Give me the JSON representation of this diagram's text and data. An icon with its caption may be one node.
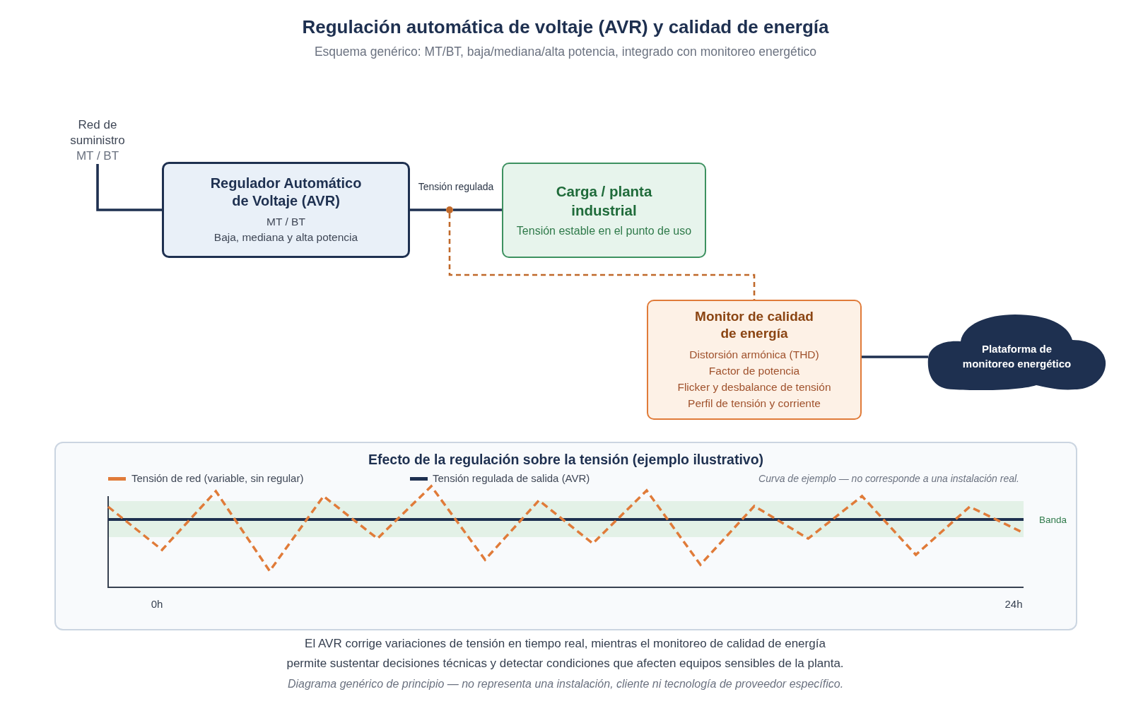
{
  "diagram": {
    "title": "Regulación automática de voltaje (AVR) y calidad de energía",
    "caption": "El AVR corrige variaciones de tensión en tiempo real, mientras el monitoreo de calidad de energía permite sustentar decisiones técnicas y detectar condiciones que afecten equipos sensibles de la planta.",
    "nodes": [
      {
        "text": [
          "Red de suministro",
          "MT / BT"
        ]
      },
      {
        "text": [
          "Regulador Automático de Voltaje (AVR)",
          "MT / BT",
          "Baja, mediana y alta potencia"
        ]
      },
      {
        "text": [],
        "shape": "circle"
      },
      {
        "text": [
          "Carga / planta industrial",
          "Tensión estable en el punto de uso"
        ]
      },
      {
        "text": [
          "Monitor de calidad de energía",
          "Distorsión armónica (THD)",
          "Factor de potencia",
          "Flicker y desbalance de tensión",
          "Perfil de tensión y corriente"
        ]
      },
      {
        "text": [
          "Plataforma de monitoreo energético"
        ]
      },
      {
        "text": [
          "Efecto de la regulación sobre la tensión (ejemplo ilustrativo)"
        ]
      }
    ],
    "edges": [
      {
        "from": 0,
        "to": 1,
        "arrow": "none"
      },
      {
        "from": 1,
        "to": 2,
        "arrow": "none",
        "label": "Tensión regulada"
      },
      {
        "from": 2,
        "to": 3,
        "arrow": "none"
      },
      {
        "from": 2,
        "to": 4,
        "arrow": "none",
        "style": "dashed",
        "color": "#c0692a"
      },
      {
        "from": 4,
        "to": 5,
        "arrow": "none"
      }
    ],
    "labels": [
      "Esquema genérico: MT/BT, baja/mediana/alta potencia, integrado con monitoreo energético",
      "Curva de ejemplo — no corresponde a una instalación real.",
      "Banda",
      "0h",
      "24h",
      "Diagrama genérico de principio — no representa una instalación, cliente ni tecnología de proveedor específico."
    ],
    "legend": [
      {
        "text": "Tensión de red (variable, sin regular)",
        "color": "#e07b39"
      },
      {
        "text": "Tensión regulada de salida (AVR)",
        "color": "#1e3050"
      }
    ]
  }
}
